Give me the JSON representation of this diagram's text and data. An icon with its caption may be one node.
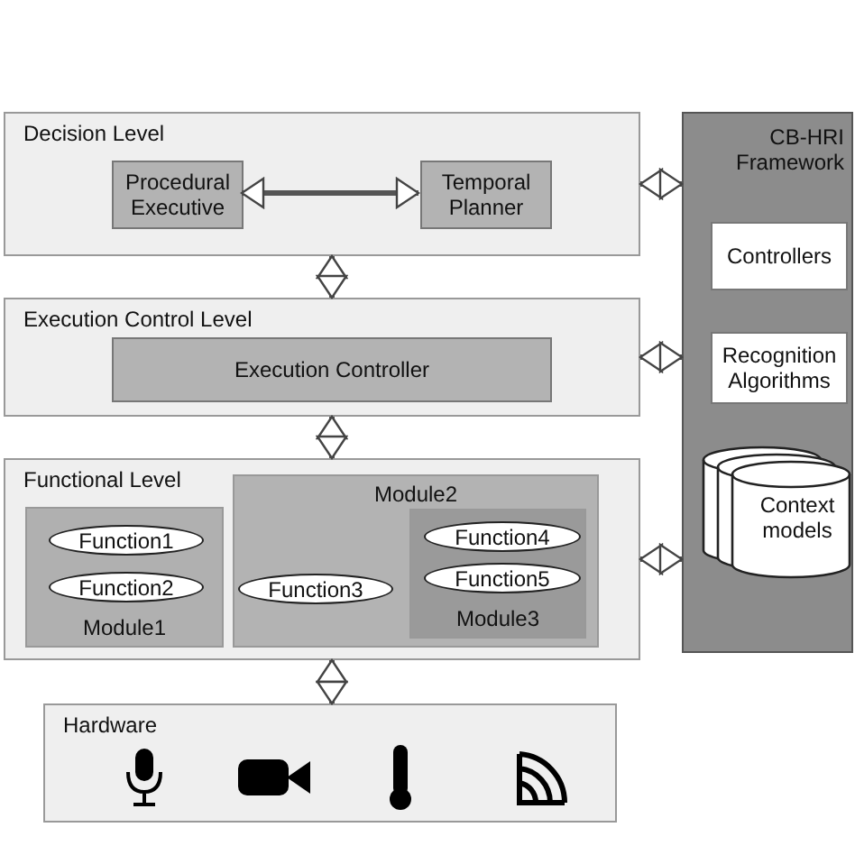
{
  "diagram": {
    "nodes": [
      {
        "text": [
          "Decision Level"
        ]
      },
      {
        "text": [
          "Procedural Executive"
        ],
        "in": 0
      },
      {
        "text": [
          "Temporal Planner"
        ],
        "in": 0
      },
      {
        "text": [
          "Execution Control Level"
        ]
      },
      {
        "text": [
          "Execution Controller"
        ],
        "in": 3
      },
      {
        "text": [
          "Functional Level"
        ]
      },
      {
        "text": [
          "Module1"
        ],
        "in": 5
      },
      {
        "text": [
          "Function1"
        ],
        "in": 6
      },
      {
        "text": [
          "Function2"
        ],
        "in": 6
      },
      {
        "text": [
          "Module2"
        ],
        "in": 5
      },
      {
        "text": [
          "Function3"
        ],
        "in": 9
      },
      {
        "text": [
          "Module3"
        ],
        "in": 9
      },
      {
        "text": [
          "Function4"
        ],
        "in": 11
      },
      {
        "text": [
          "Function5"
        ],
        "in": 11
      },
      {
        "text": [
          "Hardware"
        ]
      },
      {
        "text": [
          "CB-HRI Framework"
        ]
      },
      {
        "text": [
          "Controllers"
        ],
        "in": 15
      },
      {
        "text": [
          "Recognition Algorithms"
        ],
        "in": 15
      },
      {
        "text": [
          "Context models"
        ],
        "in": 15
      }
    ],
    "edges": [
      {
        "from": 1,
        "to": 2,
        "arrow": "both"
      },
      {
        "from": 0,
        "to": 3,
        "arrow": "both"
      },
      {
        "from": 3,
        "to": 5,
        "arrow": "both"
      },
      {
        "from": 5,
        "to": 14,
        "arrow": "both"
      },
      {
        "from": 0,
        "to": 15,
        "arrow": "both"
      },
      {
        "from": 3,
        "to": 15,
        "arrow": "both"
      },
      {
        "from": 5,
        "to": 15,
        "arrow": "both"
      }
    ]
  }
}
